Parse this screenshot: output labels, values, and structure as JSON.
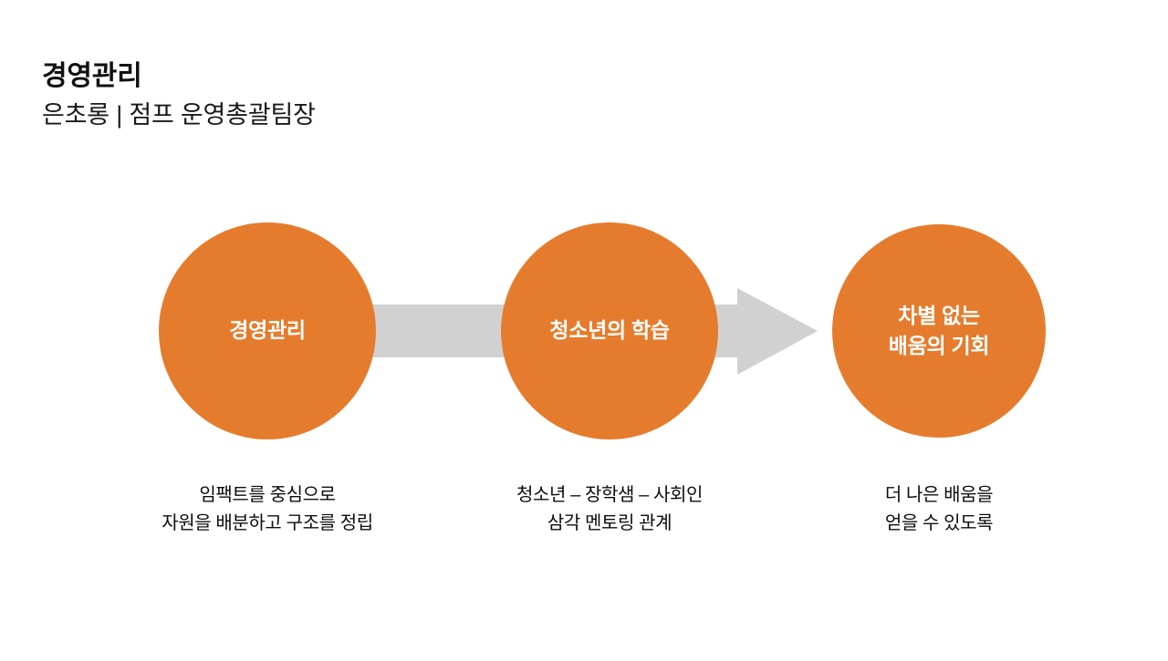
{
  "header": {
    "title": "경영관리",
    "subtitle": "은초롱 | 점프 운영총괄팀장"
  },
  "colors": {
    "circle_fill": "#E57C2D",
    "arrow_fill": "#D1D1D1",
    "circle_text": "#FFFFFF",
    "body_text": "#0D0D0D",
    "background": "#FFFFFF"
  },
  "flow": {
    "arrow": {
      "name": "right-arrow",
      "direction": "right",
      "color": "#D1D1D1"
    },
    "nodes": [
      {
        "id": "node-1",
        "circle_label": "경영관리",
        "caption": "임팩트를 중심으로\n자원을 배분하고 구조를 정립"
      },
      {
        "id": "node-2",
        "circle_label": "청소년의 학습",
        "caption": "청소년 – 장학샘 – 사회인\n삼각 멘토링 관계"
      },
      {
        "id": "node-3",
        "circle_label": "차별 없는\n배움의 기회",
        "caption": "더 나은 배움을\n얻을 수 있도록"
      }
    ]
  }
}
